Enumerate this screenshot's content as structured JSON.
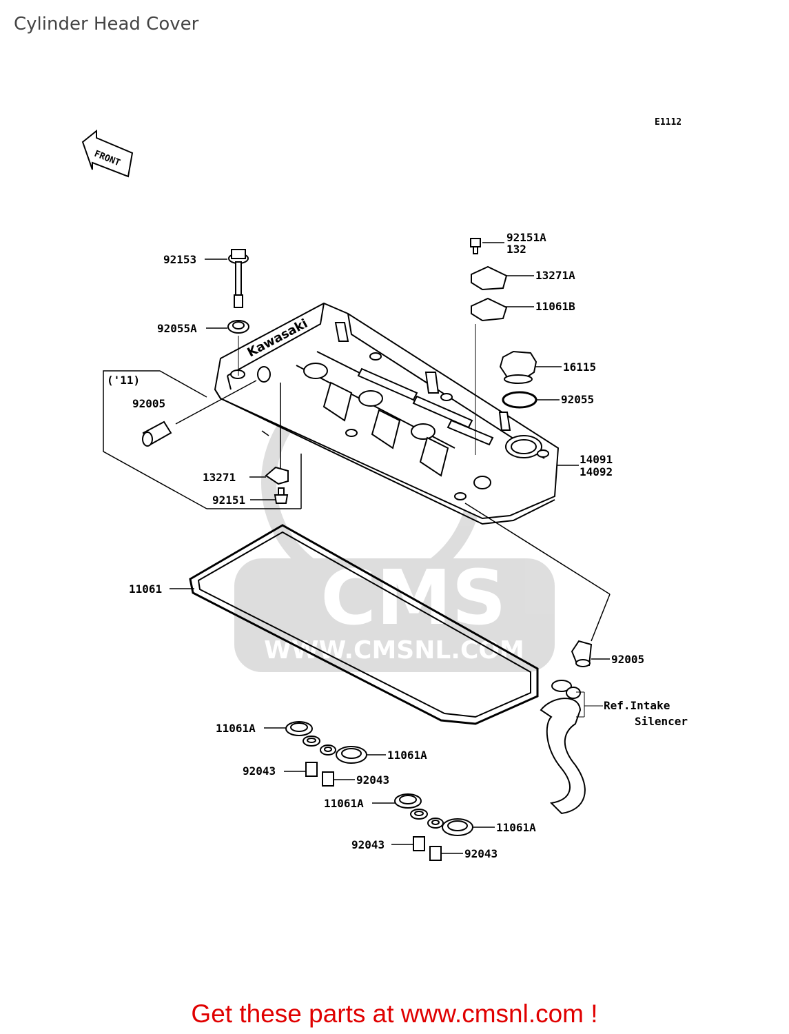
{
  "page": {
    "title": "Cylinder Head Cover"
  },
  "diagram": {
    "code": "E1112",
    "front_arrow": "FRONT",
    "brand_on_cover": "Kawasaki",
    "labels": {
      "p92151A": "92151A",
      "p132": "132",
      "p13271A": "13271A",
      "p11061B": "11061B",
      "p16115": "16115",
      "p92055": "92055",
      "p14091": "14091",
      "p14092": "14092",
      "p92153": "92153",
      "p92055A": "92055A",
      "p11": "('11)",
      "p92005_left": "92005",
      "p13271": "13271",
      "p92151": "92151",
      "p11061": "11061",
      "p92005_right": "92005",
      "ref_intake": "Ref.Intake",
      "silencer": "Silencer",
      "p11061A_1": "11061A",
      "p11061A_2": "11061A",
      "p92043_1": "92043",
      "p92043_2": "92043",
      "p11061A_3": "11061A",
      "p11061A_4": "11061A",
      "p92043_3": "92043",
      "p92043_4": "92043"
    },
    "watermark": {
      "logo": "CMS",
      "url": "WWW.CMSNL.COM"
    }
  },
  "footer": {
    "text": "Get these parts at www.cmsnl.com !",
    "color": "#e00000"
  }
}
